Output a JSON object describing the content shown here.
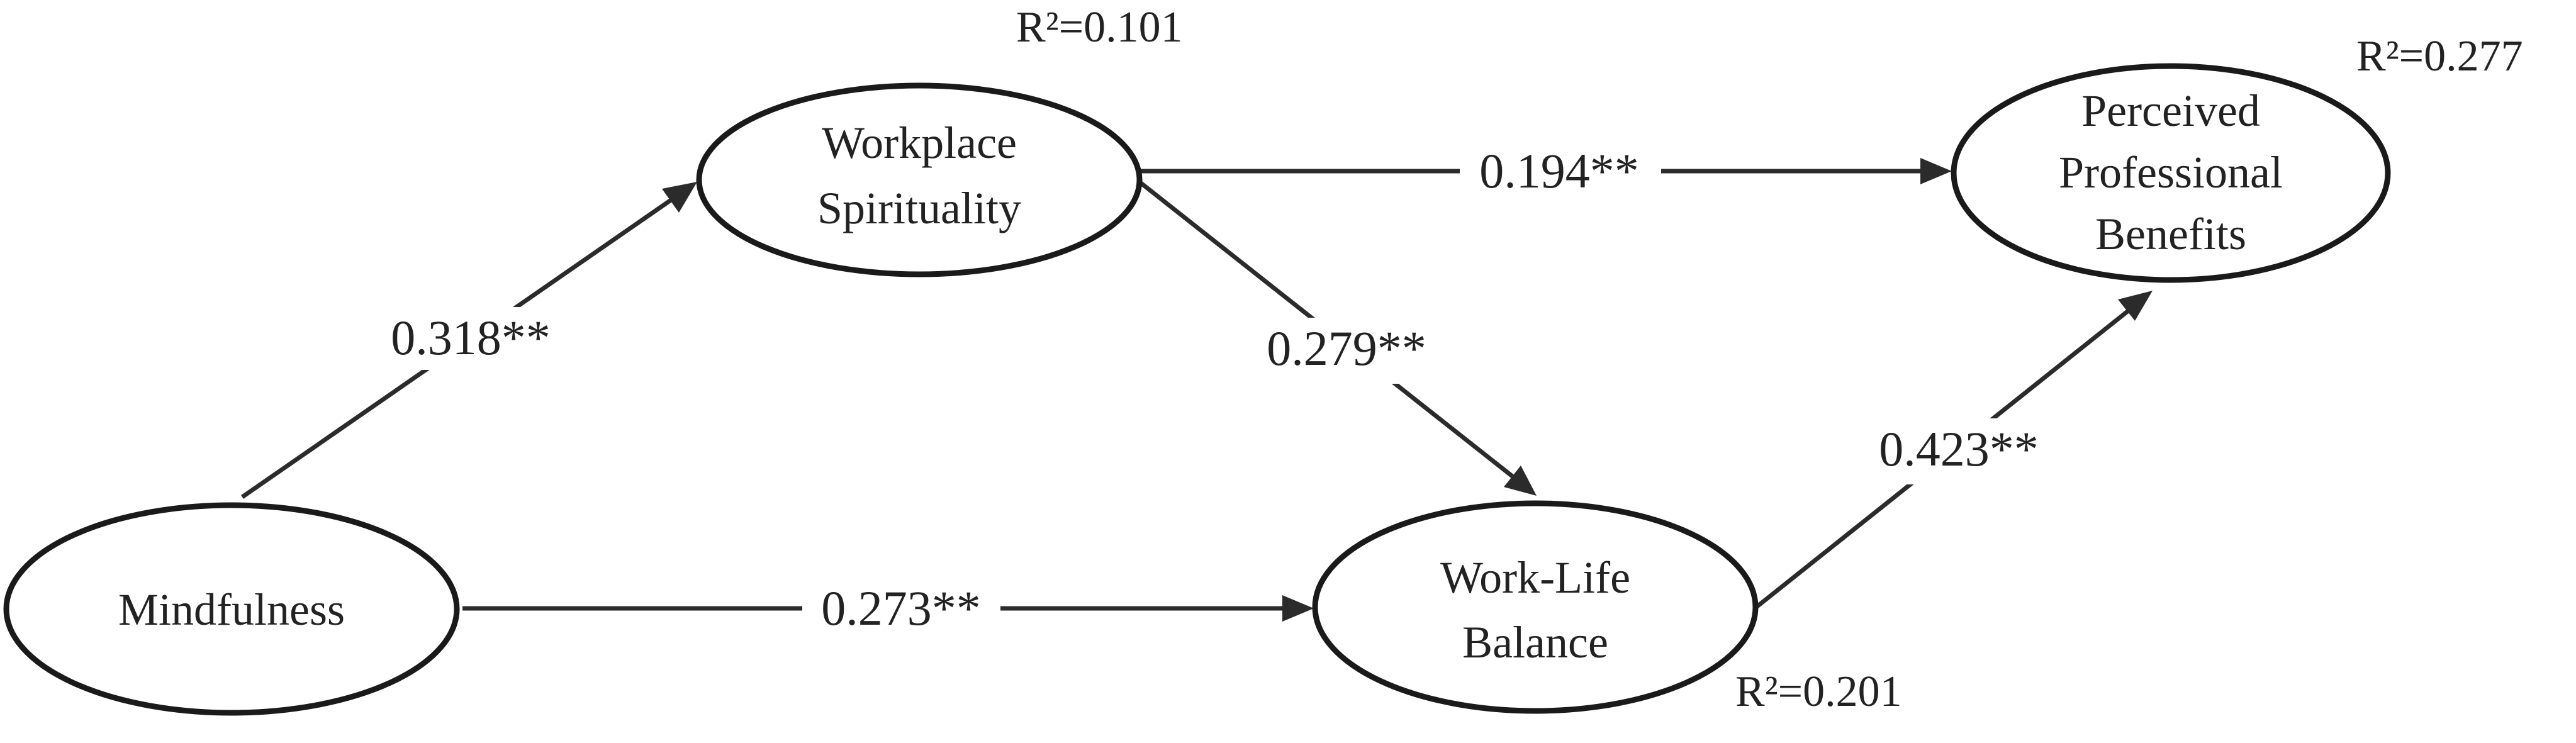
{
  "nodes": {
    "mindfulness": {
      "lines": [
        "Mindfulness"
      ]
    },
    "workplace_spirituality": {
      "lines": [
        "Workplace",
        "Spirituality"
      ]
    },
    "work_life_balance": {
      "lines": [
        "Work-Life",
        "Balance"
      ]
    },
    "perceived_professional_benefits": {
      "lines": [
        "Perceived",
        "Professional",
        "Benefits"
      ]
    }
  },
  "paths": {
    "mindfulness_to_workplace_spirituality": "0.318**",
    "mindfulness_to_work_life_balance": "0.273**",
    "workplace_spirituality_to_work_life_balance": "0.279**",
    "workplace_spirituality_to_perceived_professional_benefits": "0.194**",
    "work_life_balance_to_perceived_professional_benefits": "0.423**"
  },
  "r_squared": {
    "workplace_spirituality": "R²=0.101",
    "work_life_balance": "R²=0.201",
    "perceived_professional_benefits": "R²=0.277"
  }
}
